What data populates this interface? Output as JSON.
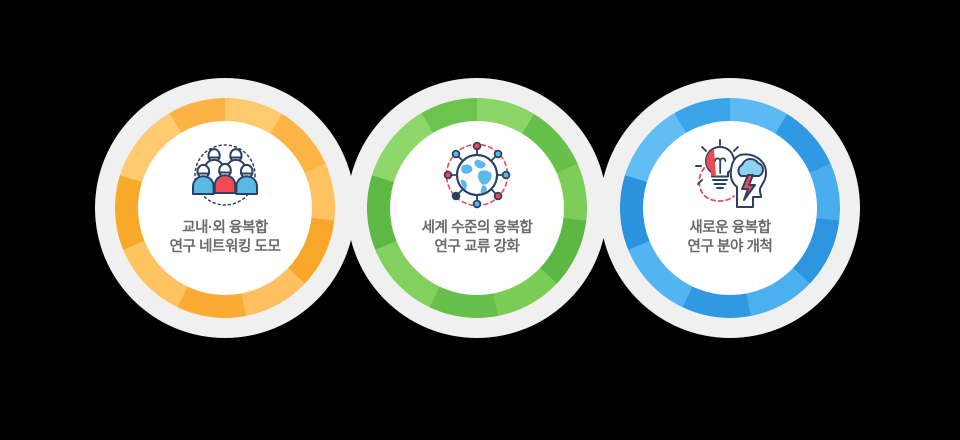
{
  "background_color": "#000000",
  "outer_ring_color": "#f0f0f0",
  "inner_disc_color": "#ffffff",
  "label_color": "#6b6b6b",
  "circles": [
    {
      "id": "circle-1",
      "accent_color": "#fbb03b",
      "accent_light": "#ffc969",
      "accent_dark": "#fca22a",
      "icon": "people-group-icon",
      "label_line1": "교내·외 융복합",
      "label_line2": "연구 네트워킹 도모"
    },
    {
      "id": "circle-2",
      "accent_color": "#6fc750",
      "accent_light": "#88d465",
      "accent_dark": "#5cb844",
      "icon": "globe-network-icon",
      "label_line1": "세계 수준의 융복합",
      "label_line2": "연구 교류 강화"
    },
    {
      "id": "circle-3",
      "accent_color": "#3ba3e8",
      "accent_light": "#5bb8f2",
      "accent_dark": "#2a93de",
      "icon": "head-idea-icon",
      "label_line1": "새로운 융복합",
      "label_line2": "연구 분야 개척"
    }
  ],
  "icon_palette": {
    "outline": "#2b4163",
    "blue": "#5bb9e8",
    "blue_light": "#8fd2f0",
    "red": "#ef4b54",
    "red_dash": "#ef4b54",
    "white": "#ffffff"
  }
}
